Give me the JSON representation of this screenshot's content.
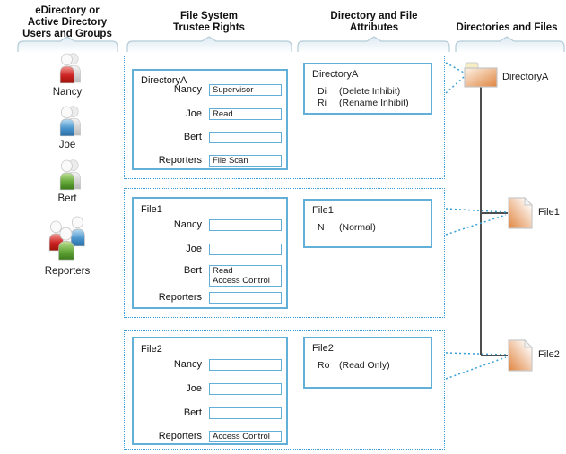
{
  "headers": {
    "users": {
      "lines": [
        "eDirectory or",
        "Active Directory",
        "Users and Groups"
      ]
    },
    "trustee": {
      "lines": [
        "File System",
        "Trustee Rights"
      ]
    },
    "attributes": {
      "lines": [
        "Directory and File",
        "Attributes"
      ]
    },
    "directories": {
      "lines": [
        "Directories and Files"
      ]
    }
  },
  "users": [
    {
      "name": "Nancy",
      "color": "#cc2222",
      "icon": "person-red"
    },
    {
      "name": "Joe",
      "color": "#4a94cc",
      "icon": "person-blue"
    },
    {
      "name": "Bert",
      "color": "#63a838",
      "icon": "person-green"
    },
    {
      "name": "Reporters",
      "color": "#multi",
      "icon": "person-group"
    }
  ],
  "rows": [
    {
      "trustee": {
        "title": "DirectoryA",
        "entries": [
          {
            "user": "Nancy",
            "rights": [
              "Supervisor"
            ]
          },
          {
            "user": "Joe",
            "rights": [
              "Read"
            ]
          },
          {
            "user": "Bert",
            "rights": []
          },
          {
            "user": "Reporters",
            "rights": [
              "File Scan"
            ]
          }
        ]
      },
      "attributes": {
        "title": "DirectoryA",
        "items": [
          {
            "code": "Di",
            "desc": "(Delete Inhibit)"
          },
          {
            "code": "Ri",
            "desc": "(Rename Inhibit)"
          }
        ]
      },
      "target": {
        "label": "DirectoryA",
        "icon": "folder"
      }
    },
    {
      "trustee": {
        "title": "File1",
        "entries": [
          {
            "user": "Nancy",
            "rights": []
          },
          {
            "user": "Joe",
            "rights": []
          },
          {
            "user": "Bert",
            "rights": [
              "Read",
              "Access Control"
            ]
          },
          {
            "user": "Reporters",
            "rights": []
          }
        ]
      },
      "attributes": {
        "title": "File1",
        "items": [
          {
            "code": "N",
            "desc": "(Normal)"
          }
        ]
      },
      "target": {
        "label": "File1",
        "icon": "file"
      }
    },
    {
      "trustee": {
        "title": "File2",
        "entries": [
          {
            "user": "Nancy",
            "rights": []
          },
          {
            "user": "Joe",
            "rights": []
          },
          {
            "user": "Bert",
            "rights": []
          },
          {
            "user": "Reporters",
            "rights": [
              "Access Control"
            ]
          }
        ]
      },
      "attributes": {
        "title": "File2",
        "items": [
          {
            "code": "Ro",
            "desc": "(Read Only)"
          }
        ]
      },
      "target": {
        "label": "File2",
        "icon": "file"
      }
    }
  ],
  "colors": {
    "dotted_border": "#3a9fd4",
    "solid_border": "#62afd8",
    "tree_line": "#4d4d4d",
    "bracket_stroke": "#b5cbd8",
    "bracket_fill": "#f2f8fb",
    "folder_orange": "#e08540",
    "file_orange": "#e08540",
    "user_red": "#c01818",
    "user_blue": "#3b86c4",
    "user_green": "#4e9428",
    "text": "#1a1a1a"
  }
}
